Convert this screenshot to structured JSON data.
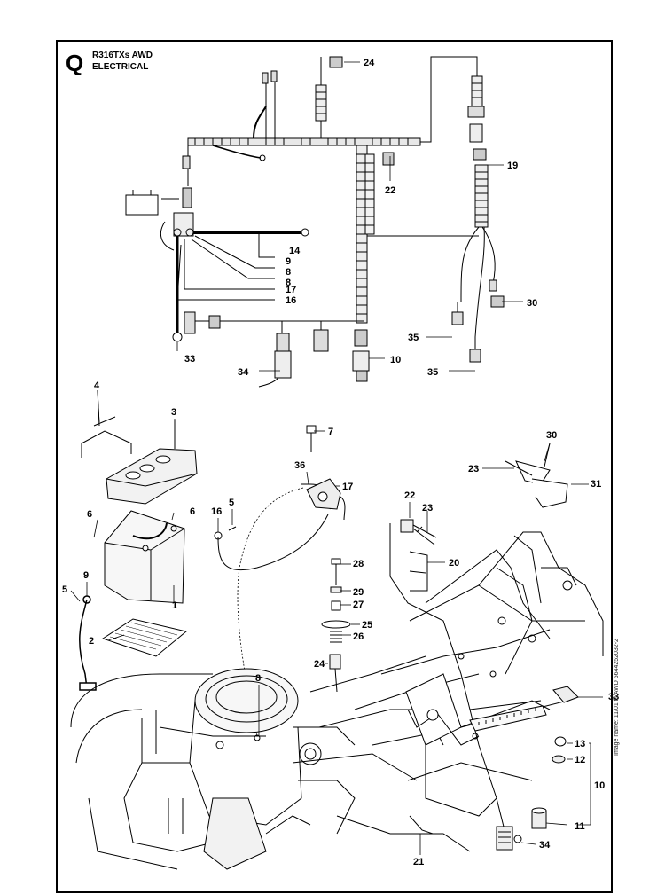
{
  "header": {
    "section_letter": "Q",
    "model": "R316TXs AWD",
    "group": "ELECTRICAL"
  },
  "callouts": {
    "c24_top": "24",
    "c19": "19",
    "c22_top": "22",
    "c14": "14",
    "c9_top": "9",
    "c8_a": "8",
    "c8_b": "8",
    "c17_top": "17",
    "c16_top": "16",
    "c30_top": "30",
    "c33_top": "33",
    "c35_a": "35",
    "c35_b": "35",
    "c10_top": "10",
    "c34_top": "34",
    "c4": "4",
    "c3": "3",
    "c7": "7",
    "c36": "36",
    "c17": "17",
    "c30": "30",
    "c23": "23",
    "c31": "31",
    "c6_a": "6",
    "c6_b": "6",
    "c16": "16",
    "c5_a": "5",
    "c5_b": "5",
    "c9": "9",
    "c1": "1",
    "c2": "2",
    "c22": "22",
    "c23_b": "23",
    "c20": "20",
    "c28": "28",
    "c29": "29",
    "c27": "27",
    "c25": "25",
    "c26": "26",
    "c24": "24",
    "c8": "8",
    "c33": "33",
    "c13": "13",
    "c12": "12",
    "c10": "10",
    "c11": "11",
    "c34": "34",
    "c21": "21"
  },
  "side_note": "Image name: 11/01 fs AWD 5644252032-2"
}
